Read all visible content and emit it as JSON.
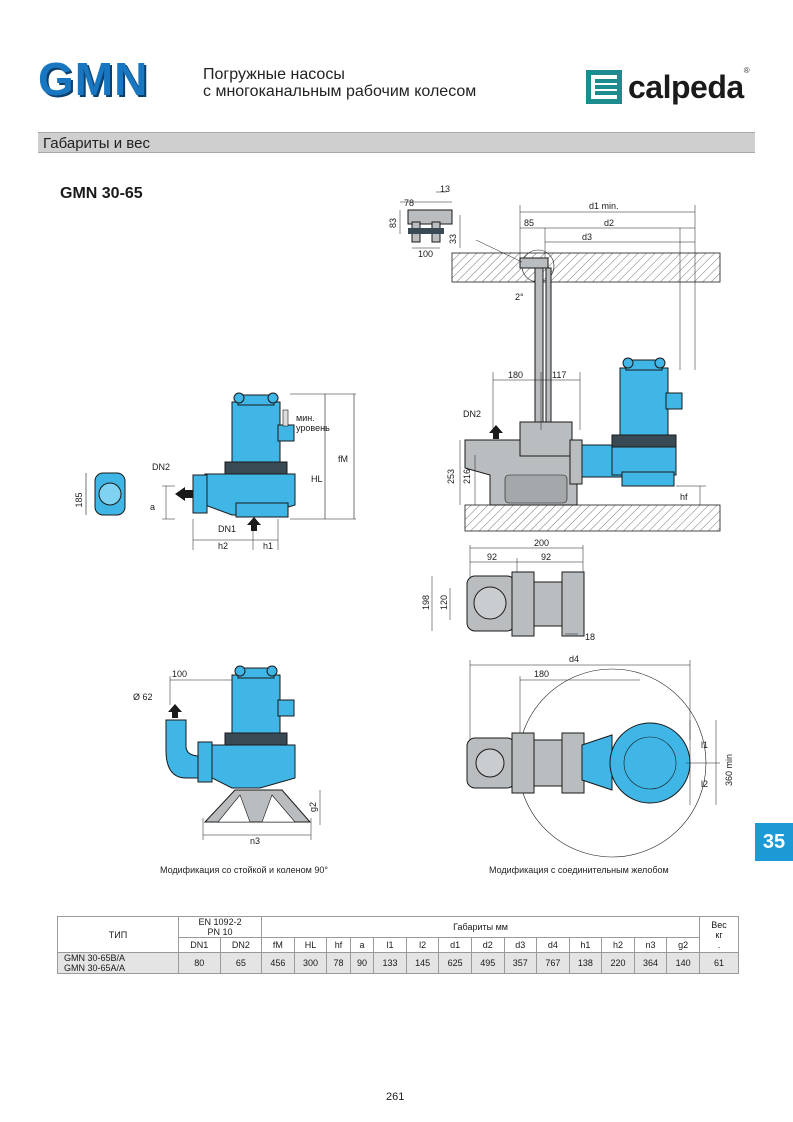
{
  "header": {
    "brand": "GMN",
    "subtitle_line1": "Погружные насосы",
    "subtitle_line2": "с многоканальным рабочим колесом",
    "logo_text": "calpeda",
    "logo_registered": "®"
  },
  "section_title": "Габариты и вес",
  "model_title": "GMN 30-65",
  "side_tab": "35",
  "page_number": "261",
  "captions": {
    "stand_elbow": "Модификация со стойкой и коленом 90°",
    "coupling_rail": "Модификация с соединительным желобом"
  },
  "drawing_labels": {
    "min_level_1": "мин.",
    "min_level_2": "уровень",
    "fM": "fM",
    "HL": "HL",
    "DN2": "DN2",
    "DN1": "DN1",
    "a": "a",
    "h1": "h1",
    "h2": "h2",
    "d185": "185",
    "d1min": "d1 min.",
    "d2": "d2",
    "d3": "d3",
    "d85": "85",
    "d78": "78",
    "d13": "13",
    "d83": "83",
    "d33": "33",
    "d100": "100",
    "deg2": "2°",
    "d180": "180",
    "d117": "117",
    "d253": "253",
    "d216": "216",
    "hf": "hf",
    "d200": "200",
    "d92a": "92",
    "d92b": "92",
    "d198": "198",
    "d120": "120",
    "d18": "18",
    "d4": "d4",
    "d180b": "180",
    "l1": "l1",
    "l2": "l2",
    "d360": "360 min",
    "d100b": "100",
    "phi62": "Ø 62",
    "g2": "g2",
    "n3": "n3"
  },
  "colors": {
    "pump_blue": "#3fb6e6",
    "pump_dark": "#3a4a55",
    "base_gray": "#b9bdbf",
    "line": "#1a1a1a",
    "tab_blue": "#1b9ad6",
    "brand_blue": "#1877c0"
  },
  "table": {
    "type_header": "ТИП",
    "standard_header_1": "EN 1092-2",
    "standard_header_2": "PN 10",
    "dims_header": "Габариты   мм",
    "weight_header_1": "Вес",
    "weight_header_2": "кг",
    "weight_dot": ".",
    "sub_headers": [
      "DN1",
      "DN2",
      "fM",
      "HL",
      "hf",
      "a",
      "l1",
      "l2",
      "d1",
      "d2",
      "d3",
      "d4",
      "h1",
      "h2",
      "n3",
      "g2"
    ],
    "types": [
      "GMN 30-65B/A",
      "GMN 30-65A/A"
    ],
    "values": [
      "80",
      "65",
      "456",
      "300",
      "78",
      "90",
      "133",
      "145",
      "625",
      "495",
      "357",
      "767",
      "138",
      "220",
      "364",
      "140"
    ],
    "weight": "61"
  }
}
